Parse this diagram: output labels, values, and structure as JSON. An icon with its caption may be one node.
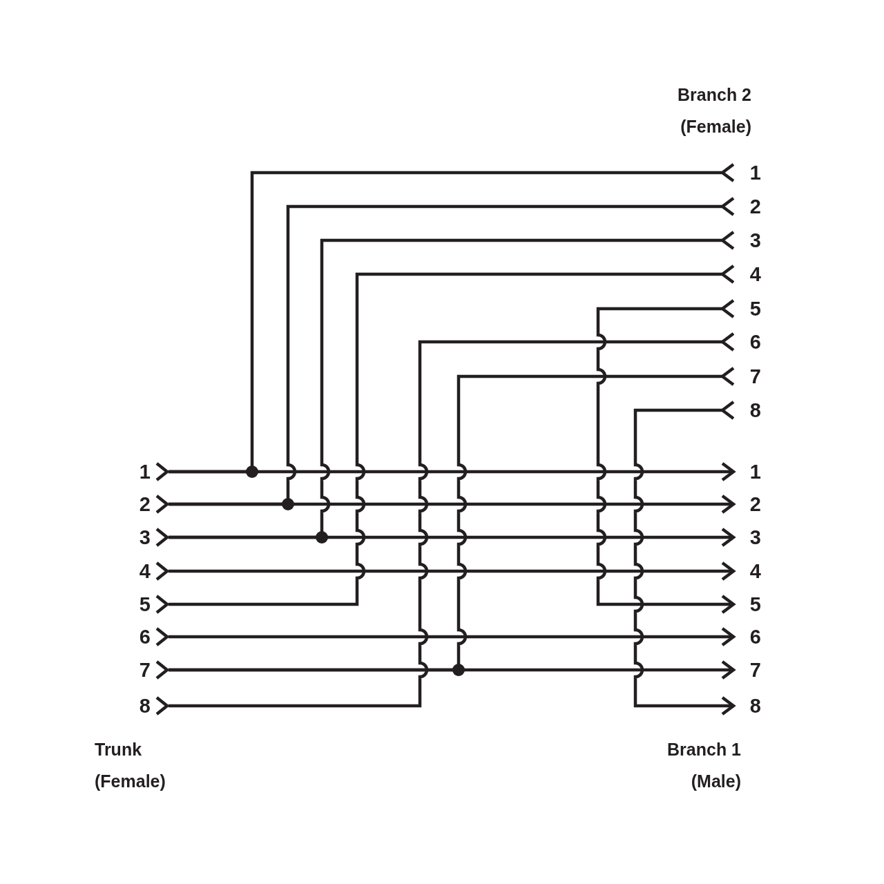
{
  "diagram": {
    "nodes": [
      {
        "text": [
          "1"
        ]
      },
      {
        "text": [
          "2"
        ]
      },
      {
        "text": [
          "3"
        ]
      },
      {
        "text": [
          "4"
        ]
      },
      {
        "text": [
          "5"
        ]
      },
      {
        "text": [
          "6"
        ]
      },
      {
        "text": [
          "7"
        ]
      },
      {
        "text": [
          "8"
        ]
      },
      {
        "text": [
          "1"
        ]
      },
      {
        "text": [
          "2"
        ]
      },
      {
        "text": [
          "3"
        ]
      },
      {
        "text": [
          "4"
        ]
      },
      {
        "text": [
          "5"
        ]
      },
      {
        "text": [
          "6"
        ]
      },
      {
        "text": [
          "7"
        ]
      },
      {
        "text": [
          "8"
        ]
      },
      {
        "text": [
          "1"
        ]
      },
      {
        "text": [
          "2"
        ]
      },
      {
        "text": [
          "3"
        ]
      },
      {
        "text": [
          "4"
        ]
      },
      {
        "text": [
          "5"
        ]
      },
      {
        "text": [
          "6"
        ]
      },
      {
        "text": [
          "7"
        ]
      },
      {
        "text": [
          "8"
        ]
      }
    ],
    "edges": [
      {
        "from": 8,
        "to": 16,
        "arrow": "to"
      },
      {
        "from": 8,
        "to": 0,
        "arrow": "other"
      },
      {
        "from": 9,
        "to": 17,
        "arrow": "to"
      },
      {
        "from": 9,
        "to": 1,
        "arrow": "other"
      },
      {
        "from": 10,
        "to": 18,
        "arrow": "to"
      },
      {
        "from": 10,
        "to": 2,
        "arrow": "other"
      },
      {
        "from": 11,
        "to": 19,
        "arrow": "to"
      },
      {
        "from": 12,
        "to": 3,
        "arrow": "other"
      },
      {
        "from": 13,
        "to": 21,
        "arrow": "to"
      },
      {
        "from": 14,
        "to": 22,
        "arrow": "to"
      },
      {
        "from": 14,
        "to": 6,
        "arrow": "other"
      },
      {
        "from": 15,
        "to": 5,
        "arrow": "other"
      },
      {
        "from": 4,
        "to": 20,
        "arrow": "to"
      },
      {
        "from": 7,
        "to": 23,
        "arrow": "to"
      }
    ],
    "labels": [
      "Branch 2",
      "(Female)",
      "Trunk",
      "(Female)",
      "Branch 1",
      "(Male)"
    ]
  }
}
